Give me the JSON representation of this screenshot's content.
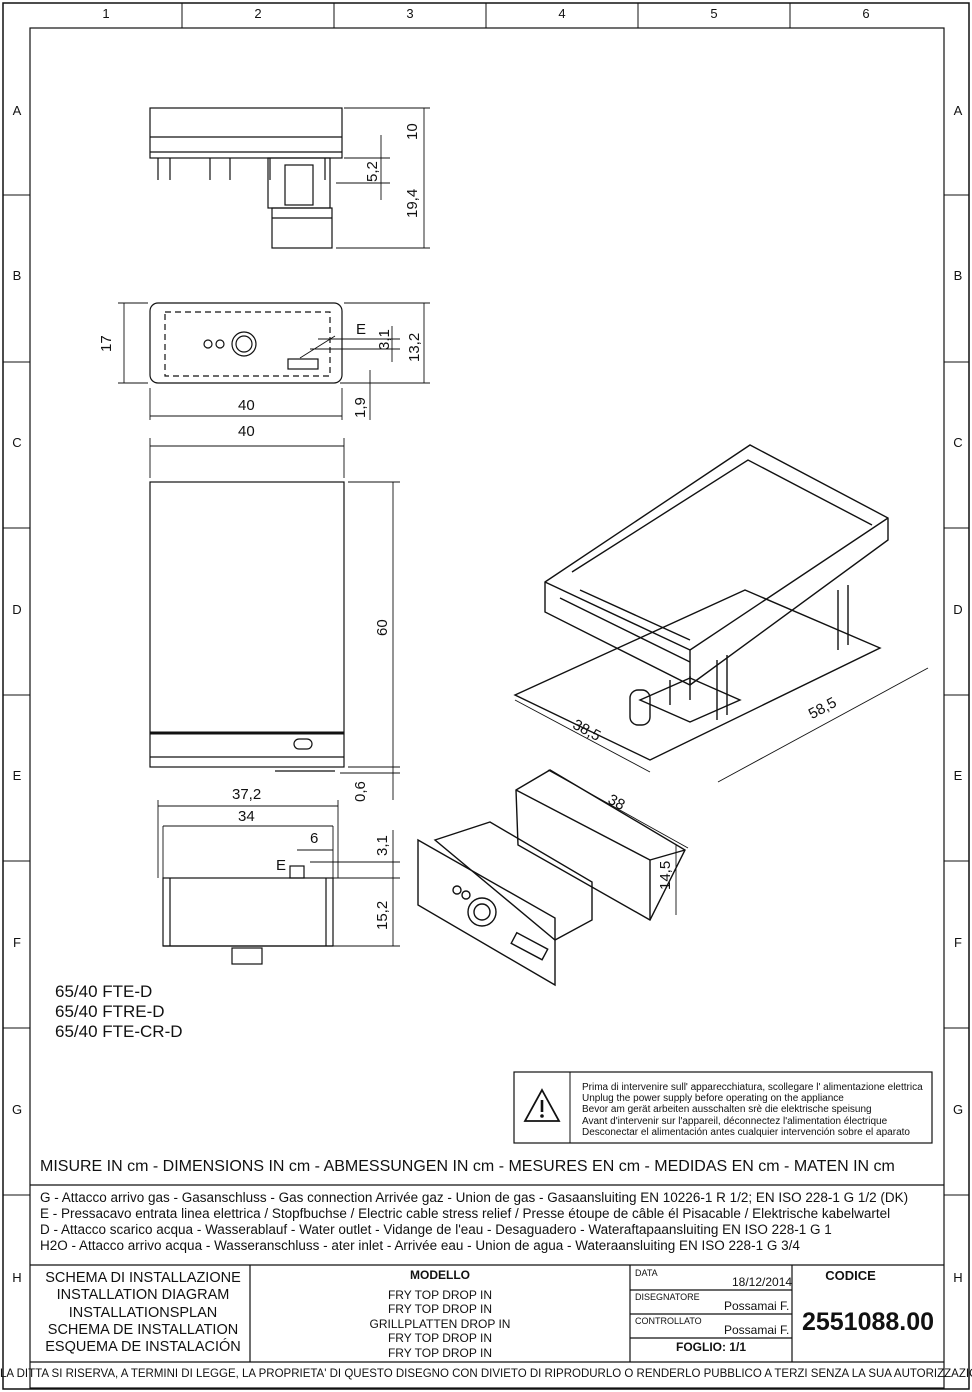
{
  "frame": {
    "columns": [
      "1",
      "2",
      "3",
      "4",
      "5",
      "6"
    ],
    "rows": [
      "A",
      "B",
      "C",
      "D",
      "E",
      "F",
      "G",
      "H"
    ]
  },
  "dimensions": {
    "side_top": "10",
    "side_mid": "5,2",
    "side_low": "19,4",
    "panel_height": "17",
    "panel_e": "E",
    "panel_31": "3,1",
    "panel_132": "13,2",
    "panel_width": "40",
    "panel_19": "1,9",
    "plan_width": "40",
    "plan_depth": "60",
    "plan_06": "0,6",
    "front_372": "37,2",
    "front_34": "34",
    "front_6": "6",
    "front_e": "E",
    "front_31": "3,1",
    "front_152": "15,2",
    "iso_385": "38,5",
    "iso_585": "58,5",
    "box_38": "38",
    "box_145": "14,5"
  },
  "models": [
    "65/40 FTE-D",
    "65/40 FTRE-D",
    "65/40 FTE-CR-D"
  ],
  "warning": {
    "icon": "warning-triangle-icon",
    "lines": [
      "Prima di intervenire sull' apparecchiatura, scollegare l' alimentazione elettrica",
      "Unplug the power supply before operating on the appliance",
      "Bevor am gerät arbeiten ausschalten srè die elektrische speisung",
      "Avant d'intervenir sur l'appareil, déconnectez l'alimentation électrique",
      "Desconectar el alimentación antes cualquier intervención sobre el aparato"
    ]
  },
  "units_line": "MISURE IN cm - DIMENSIONS IN cm - ABMESSUNGEN IN cm - MESURES EN cm - MEDIDAS EN cm - MATEN IN cm",
  "legend": [
    "G - Attacco arrivo gas - Gasanschluss - Gas connection Arrivée gaz - Union de gas - Gasaansluiting EN 10226-1 R 1/2; EN ISO 228-1 G 1/2 (DK)",
    "E - Pressacavo entrata linea elettrica / Stopfbuchse / Electric cable stress relief / Presse étoupe de câble él Pisacable / Elektrische kabelwartel",
    "D - Attacco scarico acqua  - Wasserablauf - Water outlet - Vidange de l'eau - Desaguadero - Wateraftapaansluiting  EN ISO 228-1 G 1",
    "H2O - Attacco arrivo acqua - Wasseranschluss - ater inlet - Arrivée eau - Union de agua - Wateraansluiting   EN ISO 228-1 G 3/4"
  ],
  "title_block": {
    "titles": [
      "SCHEMA DI INSTALLAZIONE",
      "INSTALLATION DIAGRAM",
      "INSTALLATIONSPLAN",
      "SCHEMA DE INSTALLATION",
      "ESQUEMA DE INSTALACIÓN"
    ],
    "model_label": "MODELLO",
    "model_names": [
      "FRY TOP DROP IN",
      "FRY TOP DROP IN",
      "GRILLPLATTEN DROP IN",
      "FRY TOP DROP IN",
      "FRY TOP DROP IN"
    ],
    "date_label": "DATA",
    "date": "18/12/2014",
    "designer_label": "DISEGNATORE",
    "designer": "Possamai F.",
    "checked_label": "CONTROLLATO",
    "checker": "Possamai F.",
    "code_label": "CODICE",
    "code": "2551088.00",
    "sheet": "FOGLIO: 1/1"
  },
  "footer": "LA DITTA SI RISERVA, A TERMINI DI LEGGE, LA PROPRIETA' DI QUESTO DISEGNO CON DIVIETO DI RIPRODURLO O RENDERLO PUBBLICO A TERZI SENZA LA SUA AUTORIZZAZIONE"
}
